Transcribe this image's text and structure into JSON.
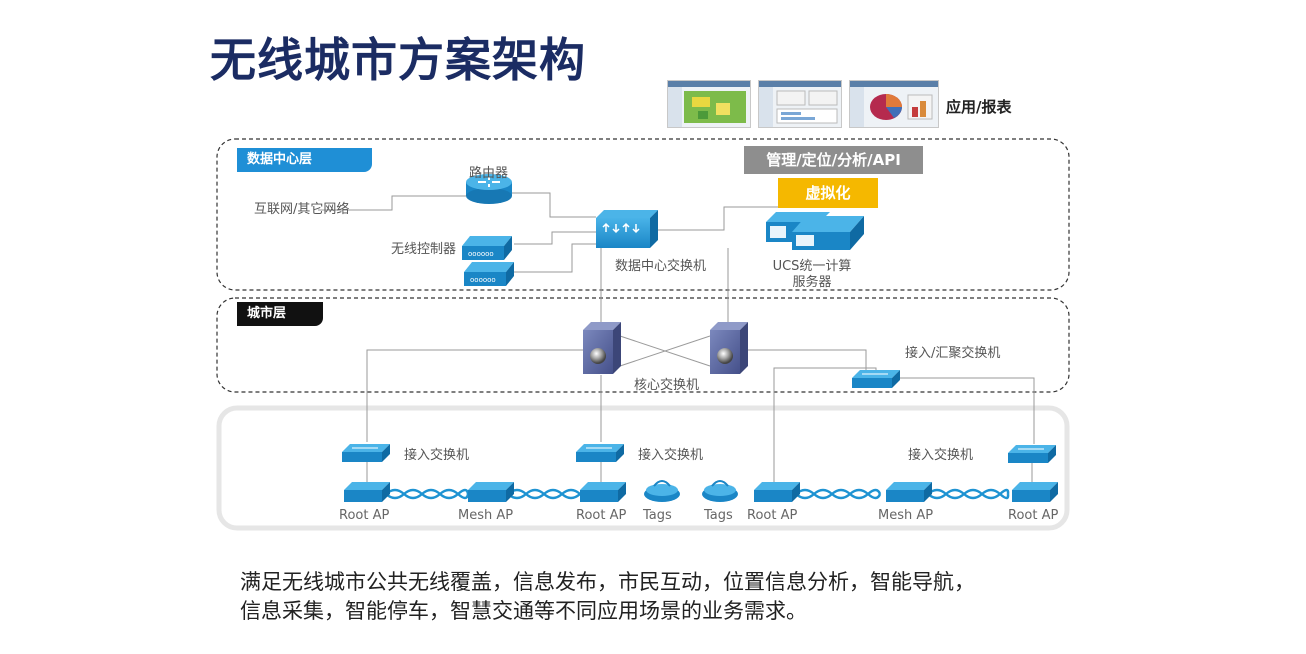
{
  "title": "无线城市方案架构",
  "app_label": "应用/报表",
  "layers": {
    "datacenter": "数据中心层",
    "city": "城市层"
  },
  "mgmt_box": "管理/定位/分析/API",
  "virt_box": "虚拟化",
  "nodes": {
    "router": "路由器",
    "internet": "互联网/其它网络",
    "wlc": "无线控制器",
    "dc_switch": "数据中心交换机",
    "ucs_line1": "UCS统一计算",
    "ucs_line2": "服务器",
    "core_switch": "核心交换机",
    "agg_switch": "接入/汇聚交换机",
    "access_switch_1": "接入交换机",
    "access_switch_2": "接入交换机",
    "access_switch_3": "接入交换机"
  },
  "aps": [
    "Root AP",
    "Mesh AP",
    "Root AP",
    "Tags",
    "Tags",
    "Root AP",
    "Mesh AP",
    "Root AP"
  ],
  "description_line1": "满足无线城市公共无线覆盖，信息发布，市民互动，位置信息分析，智能导航，",
  "description_line2": "信息采集，智能停车，智慧交通等不同应用场景的业务需求。",
  "colors": {
    "title": "#1b2c63",
    "dc_tag": "#1f8fd6",
    "city_tag": "#111111",
    "mgmt": "#8e8e8e",
    "virt": "#f5b800",
    "device_blue": "#1e93d2",
    "core_purple": "#5d6aa0"
  }
}
